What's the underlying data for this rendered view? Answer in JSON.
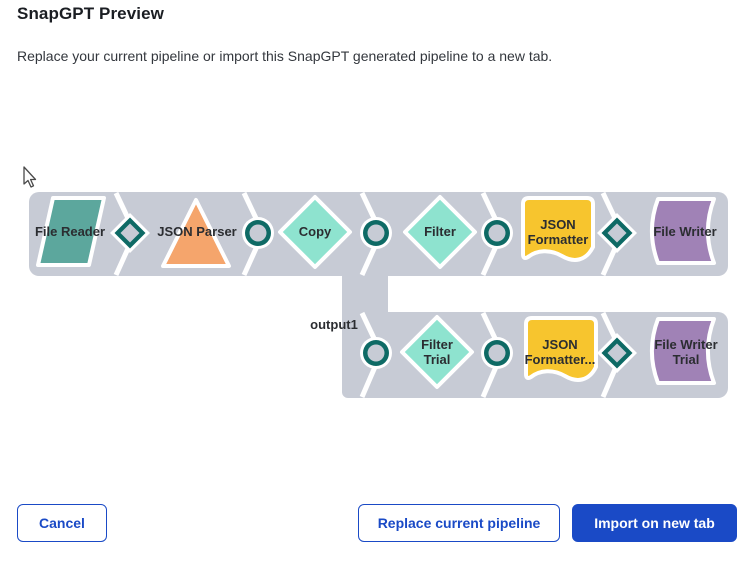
{
  "dialog": {
    "title": "SnapGPT Preview",
    "description": "Replace your current pipeline or import this SnapGPT generated pipeline to a new tab."
  },
  "pipeline": {
    "branch_label": "output1",
    "main_row": {
      "snaps": [
        {
          "label": "File Reader",
          "shape": "parallelogram",
          "color": "#5CA79D"
        },
        {
          "label": "JSON Parser",
          "shape": "triangle",
          "color": "#F5A56C"
        },
        {
          "label": "Copy",
          "shape": "diamond",
          "color": "#8EE3CF"
        },
        {
          "label": "Filter",
          "shape": "diamond",
          "color": "#8EE3CF"
        },
        {
          "label": "JSON Formatter",
          "shape": "document",
          "color": "#F7C52E"
        },
        {
          "label": "File Writer",
          "shape": "curved-page",
          "color": "#A082B6"
        }
      ],
      "connectors": [
        "diamond",
        "circle",
        "circle",
        "circle",
        "diamond"
      ]
    },
    "branch_row": {
      "snaps": [
        {
          "label": "Filter Trial",
          "shape": "diamond",
          "color": "#8EE3CF"
        },
        {
          "label": "JSON Formatter...",
          "shape": "document",
          "color": "#F7C52E"
        },
        {
          "label": "File Writer Trial",
          "shape": "curved-page",
          "color": "#A082B6"
        }
      ],
      "connectors": [
        "circle",
        "circle",
        "diamond"
      ]
    }
  },
  "footer": {
    "cancel": "Cancel",
    "replace": "Replace current pipeline",
    "import": "Import on new tab"
  },
  "colors": {
    "accent_blue": "#1A4AC6",
    "band_gray": "#C7CBD5",
    "connector_teal": "#0E6A65",
    "label_text": "#2B2D31"
  }
}
